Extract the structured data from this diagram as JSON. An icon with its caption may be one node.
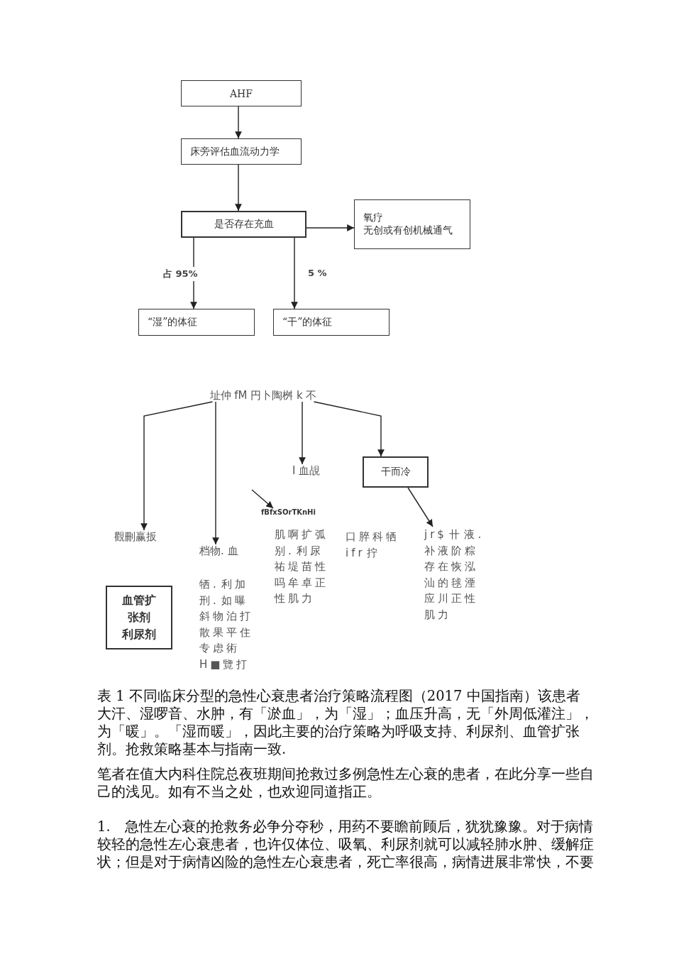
{
  "diagram": {
    "nodes": [
      {
        "text": [
          "AHF"
        ]
      },
      {
        "text": [
          "床旁评估血流动力学"
        ]
      },
      {
        "text": [
          "是否存在充血"
        ]
      },
      {
        "text": [
          "氧疗",
          "无创或有创机械通气"
        ]
      },
      {
        "text": [
          "“湿”的体征"
        ]
      },
      {
        "text": [
          "“干”的体征"
        ]
      },
      {
        "text": [
          "址仲 fM 円卜陶桝 k 不"
        ]
      },
      {
        "text": [
          "I 血覘"
        ]
      },
      {
        "text": [
          "干而冷"
        ]
      },
      {
        "text": [
          "fBfxSOrTKnHi"
        ]
      },
      {
        "text": [
          "觀刪赢扳"
        ]
      },
      {
        "text": [
          "jr$ 卄 液.补液阶粽存在恢泓汕的毬湮应川正性肌力"
        ]
      },
      {
        "text": [
          "档物. 血"
        ]
      },
      {
        "text": [
          "血管扩张剂",
          "利尿剂"
        ]
      }
    ],
    "edges": [
      {
        "from": 0,
        "to": 1,
        "arrow": "to"
      },
      {
        "from": 1,
        "to": 2,
        "arrow": "to"
      },
      {
        "from": 2,
        "to": 3,
        "arrow": "to"
      },
      {
        "from": 2,
        "to": 4,
        "arrow": "to",
        "label": "占 95%"
      },
      {
        "from": 2,
        "to": 5,
        "arrow": "to",
        "label": "5 %"
      },
      {
        "from": 6,
        "to": 10,
        "arrow": "to"
      },
      {
        "from": 6,
        "to": 12,
        "arrow": "to"
      },
      {
        "from": 6,
        "to": 7,
        "arrow": "to"
      },
      {
        "from": 6,
        "to": 8,
        "arrow": "to"
      },
      {
        "from": null,
        "to": 9,
        "arrow": "to"
      },
      {
        "from": 8,
        "to": 11,
        "arrow": "to"
      }
    ],
    "labels": [
      "肌啊扩弧别. 利尿祐堤苗性吗牟卓正性肌力",
      "口脺科牺ifr 拧",
      "牺. 利加刑. 如曝斜物泊打散果平住专虑術 H■覽打",
      "表 1 不同临床分型的急性心衰患者治疗策略流程图（2017 中国指南）该患者大汗、湿啰音、水肿，有「淤血」，为「湿」；血压升高，无「外周低灌注」，为「暖」。「湿而暖」，因此主要的治疗策略为呼吸支持、利尿剂、血管扩张剂。抢救策略基本与指南一致.",
      "笔者在值大内科住院总夜班期间抢救过多例急性左心衰的患者，在此分享一些自己的浅见。如有不当之处，也欢迎同道指正。",
      "1.　急性左心衰的抢救务必争分夺秒，用药不要瞻前顾后，犹犹豫豫。对于病情较轻的急性左心衰患者，也许仅体位、吸氧、利尿剂就可以减轻肺水肿、缓解症状；但是对于病情凶险的急性左心衰患者，死亡率很高，病情进展非常快，不要"
    ]
  }
}
